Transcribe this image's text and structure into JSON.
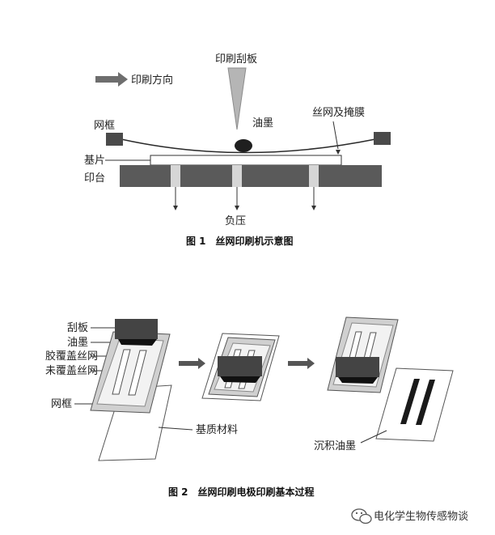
{
  "figure1": {
    "caption": "图 1　丝网印刷机示意图",
    "labels": {
      "direction": "印刷方向",
      "squeegee": "印刷刮板",
      "ink": "油墨",
      "screen_mask": "丝网及掩膜",
      "frame": "网框",
      "substrate": "基片",
      "platform": "印台",
      "vacuum": "负压"
    }
  },
  "figure2": {
    "caption": "图 2　丝网印刷电极印刷基本过程",
    "labels": {
      "squeegee": "刮板",
      "ink": "油墨",
      "covered_mesh": "胶覆盖丝网",
      "uncovered_mesh": "未覆盖丝网",
      "frame": "网框",
      "substrate": "基质材料",
      "deposited_ink": "沉积油墨"
    }
  },
  "watermark": {
    "text": "电化学生物传感物谈",
    "icon": "wechat-icon"
  },
  "colors": {
    "dark": "#3d3d3d",
    "mid": "#777777",
    "light": "#d9d9d9",
    "frame_fill": "#cfcfcf",
    "paper": "#ffffff"
  }
}
